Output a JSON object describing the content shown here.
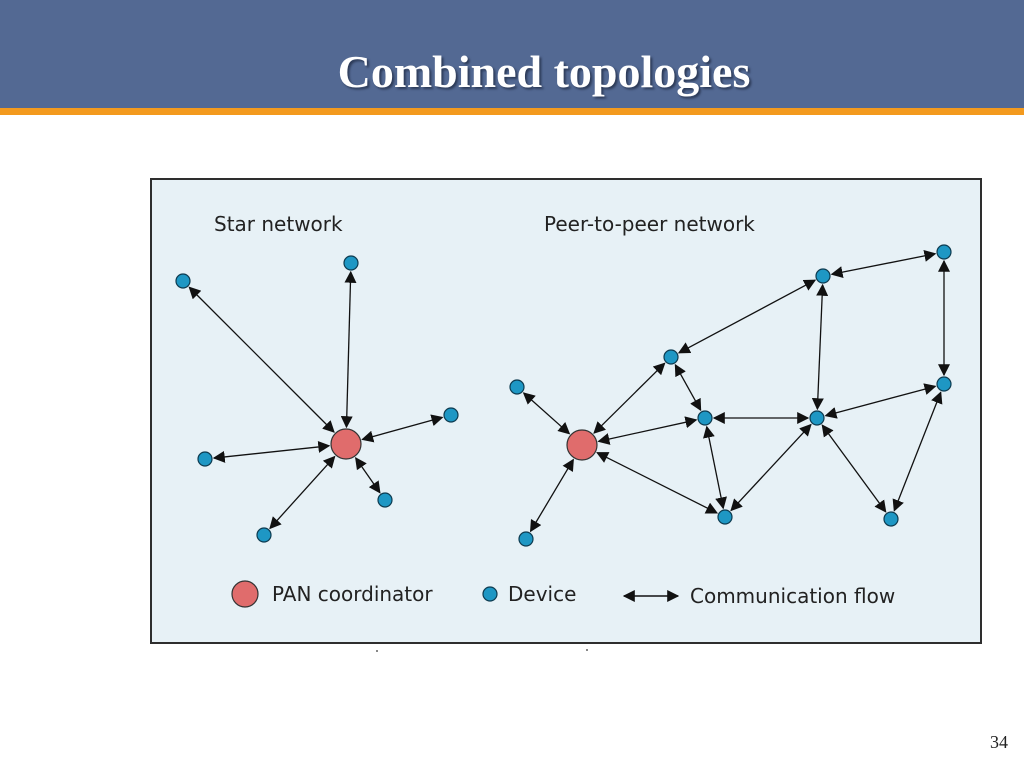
{
  "slide": {
    "title": "Combined topologies",
    "page_number": "34"
  },
  "diagram": {
    "star_label": "Star network",
    "peer_label": "Peer-to-peer network",
    "legend": {
      "coordinator": "PAN coordinator",
      "device": "Device",
      "flow": "Communication flow"
    },
    "colors": {
      "coordinator": "#e06c6c",
      "device": "#1e97c4",
      "title_bar": "#536993",
      "accent_stripe": "#f39a1e",
      "figure_background": "#e7f1f6"
    },
    "icons": [
      "pan-coordinator-icon",
      "device-icon",
      "double-arrow-icon"
    ]
  }
}
